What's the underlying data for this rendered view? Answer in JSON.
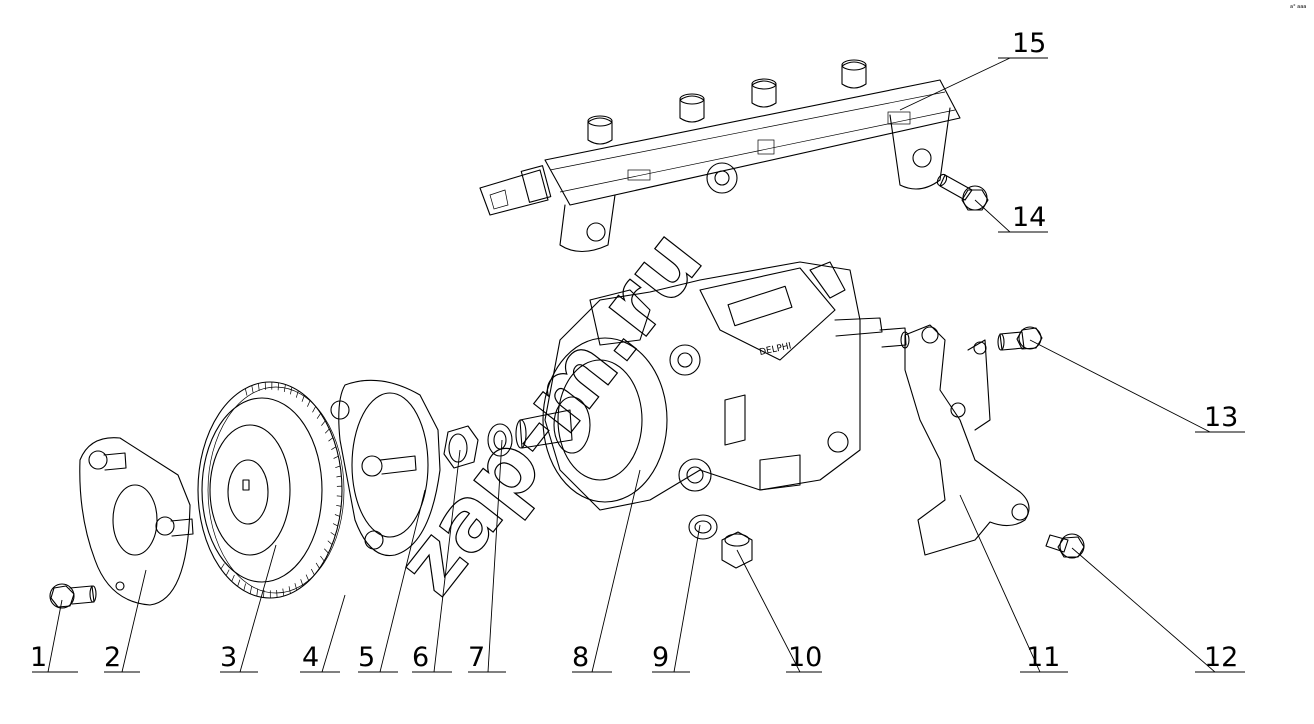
{
  "diagram": {
    "callouts": [
      {
        "id": "1",
        "label": "1"
      },
      {
        "id": "2",
        "label": "2"
      },
      {
        "id": "3",
        "label": "3"
      },
      {
        "id": "4",
        "label": "4"
      },
      {
        "id": "5",
        "label": "5"
      },
      {
        "id": "6",
        "label": "6"
      },
      {
        "id": "7",
        "label": "7"
      },
      {
        "id": "8",
        "label": "8"
      },
      {
        "id": "9",
        "label": "9"
      },
      {
        "id": "10",
        "label": "10"
      },
      {
        "id": "11",
        "label": "11"
      },
      {
        "id": "12",
        "label": "12"
      },
      {
        "id": "13",
        "label": "13"
      },
      {
        "id": "14",
        "label": "14"
      },
      {
        "id": "15",
        "label": "15"
      }
    ],
    "watermark": "zap-m.ru",
    "corner_mark": "a° aaa",
    "pump_brand_text": "DELPHI"
  }
}
